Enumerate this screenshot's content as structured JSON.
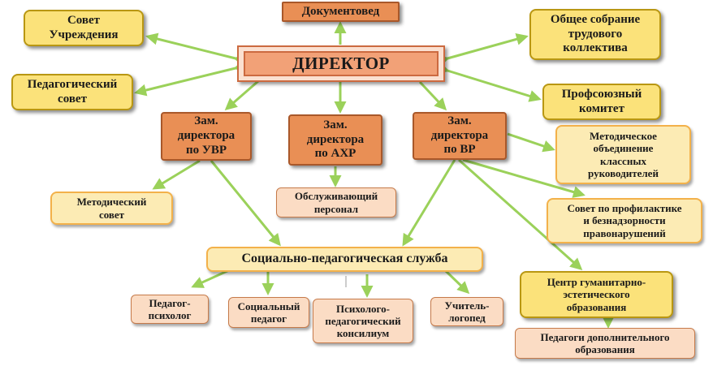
{
  "nodes": {
    "dokumentoved": "Документовед",
    "director": "ДИРЕКТОР",
    "sovet_uchrezhdeniya": "Совет\nУчреждения",
    "ped_sovet": "Педагогический\nсовет",
    "obshchee_sobranie": "Общее собрание\nтрудового\nколлектива",
    "profsoyuzny": "Профсоюзный\nкомитет",
    "zam_uvr": "Зам.\nдиректора\nпо УВР",
    "zam_ahr": "Зам.\nдиректора\nпо АХР",
    "zam_vr": "Зам.\nдиректора\nпо ВР",
    "metod_obyedinenie": "Методическое\nобъединение\nклассных\nруководителей",
    "metod_sovet": "Методический\nсовет",
    "obsluzh_personal": "Обслуживающий\nперсонал",
    "sovet_profilaktiki": "Совет по профилактике\nи безнадзорности\nправонарушений",
    "socped_sluzhba": "Социально-педагогическая служба",
    "centr_gum": "Центр гуманитарно-\nэстетического\nобразования",
    "pedagog_psiholog": "Педагог-\nпсихолог",
    "socialny_pedagog": "Социальный\nпедагог",
    "psih_ped_konsilium": "Психолого-\nпедагогический\nконсилиум",
    "uchitel_logoped": "Учитель-\nлогопед",
    "pedagogi_dop": "Педагоги дополнительного\nобразования"
  },
  "colors": {
    "arrow": "#9bd15a",
    "director_fill": "#f2a177",
    "yellow_fill": "#fbe27a",
    "orange_fill": "#e98f55",
    "peach_fill": "#fbdcc4"
  }
}
